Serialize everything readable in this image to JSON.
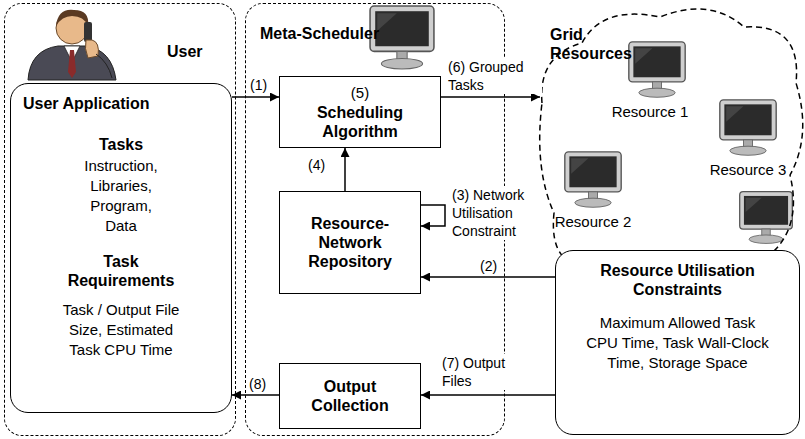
{
  "diagram": {
    "nodes": [
      {
        "text": [
          "User"
        ]
      },
      {
        "text": [
          "User Application",
          "Tasks",
          "Instruction, Libraries, Program, Data",
          "Task Requirements",
          "Task / Output File Size, Estimated Task CPU Time"
        ],
        "in": 0
      },
      {
        "text": [
          "Meta-Scheduler"
        ]
      },
      {
        "text": [
          "(5)",
          "Scheduling Algorithm"
        ],
        "in": 2
      },
      {
        "text": [
          "Resource-Network Repository"
        ],
        "in": 2
      },
      {
        "text": [
          "Output Collection"
        ],
        "in": 2
      },
      {
        "text": [
          "Grid Resources"
        ]
      },
      {
        "text": [
          "Resource 1"
        ],
        "in": 6
      },
      {
        "text": [
          "Resource 2"
        ],
        "in": 6
      },
      {
        "text": [
          "Resource 3"
        ],
        "in": 6
      },
      {
        "text": [
          "Resource Utilisation Constraints",
          "Maximum Allowed Task CPU Time, Task Wall-Clock Time, Storage Space"
        ]
      }
    ],
    "edges": [
      {
        "from": 1,
        "to": 3,
        "label": "(1)",
        "arrow": "to"
      },
      {
        "from": 3,
        "to": 6,
        "label": "(6) Grouped Tasks",
        "arrow": "to"
      },
      {
        "from": 4,
        "to": 4,
        "label": "(3) Network Utilisation Constraint",
        "arrow": "to"
      },
      {
        "from": 4,
        "to": 3,
        "label": "(4)",
        "arrow": "to"
      },
      {
        "from": 10,
        "to": 4,
        "label": "(2)",
        "arrow": "to"
      },
      {
        "from": 10,
        "to": 5,
        "label": "(7) Output Files",
        "arrow": "to"
      },
      {
        "from": 5,
        "to": 1,
        "label": "(8)",
        "arrow": "to"
      }
    ]
  }
}
